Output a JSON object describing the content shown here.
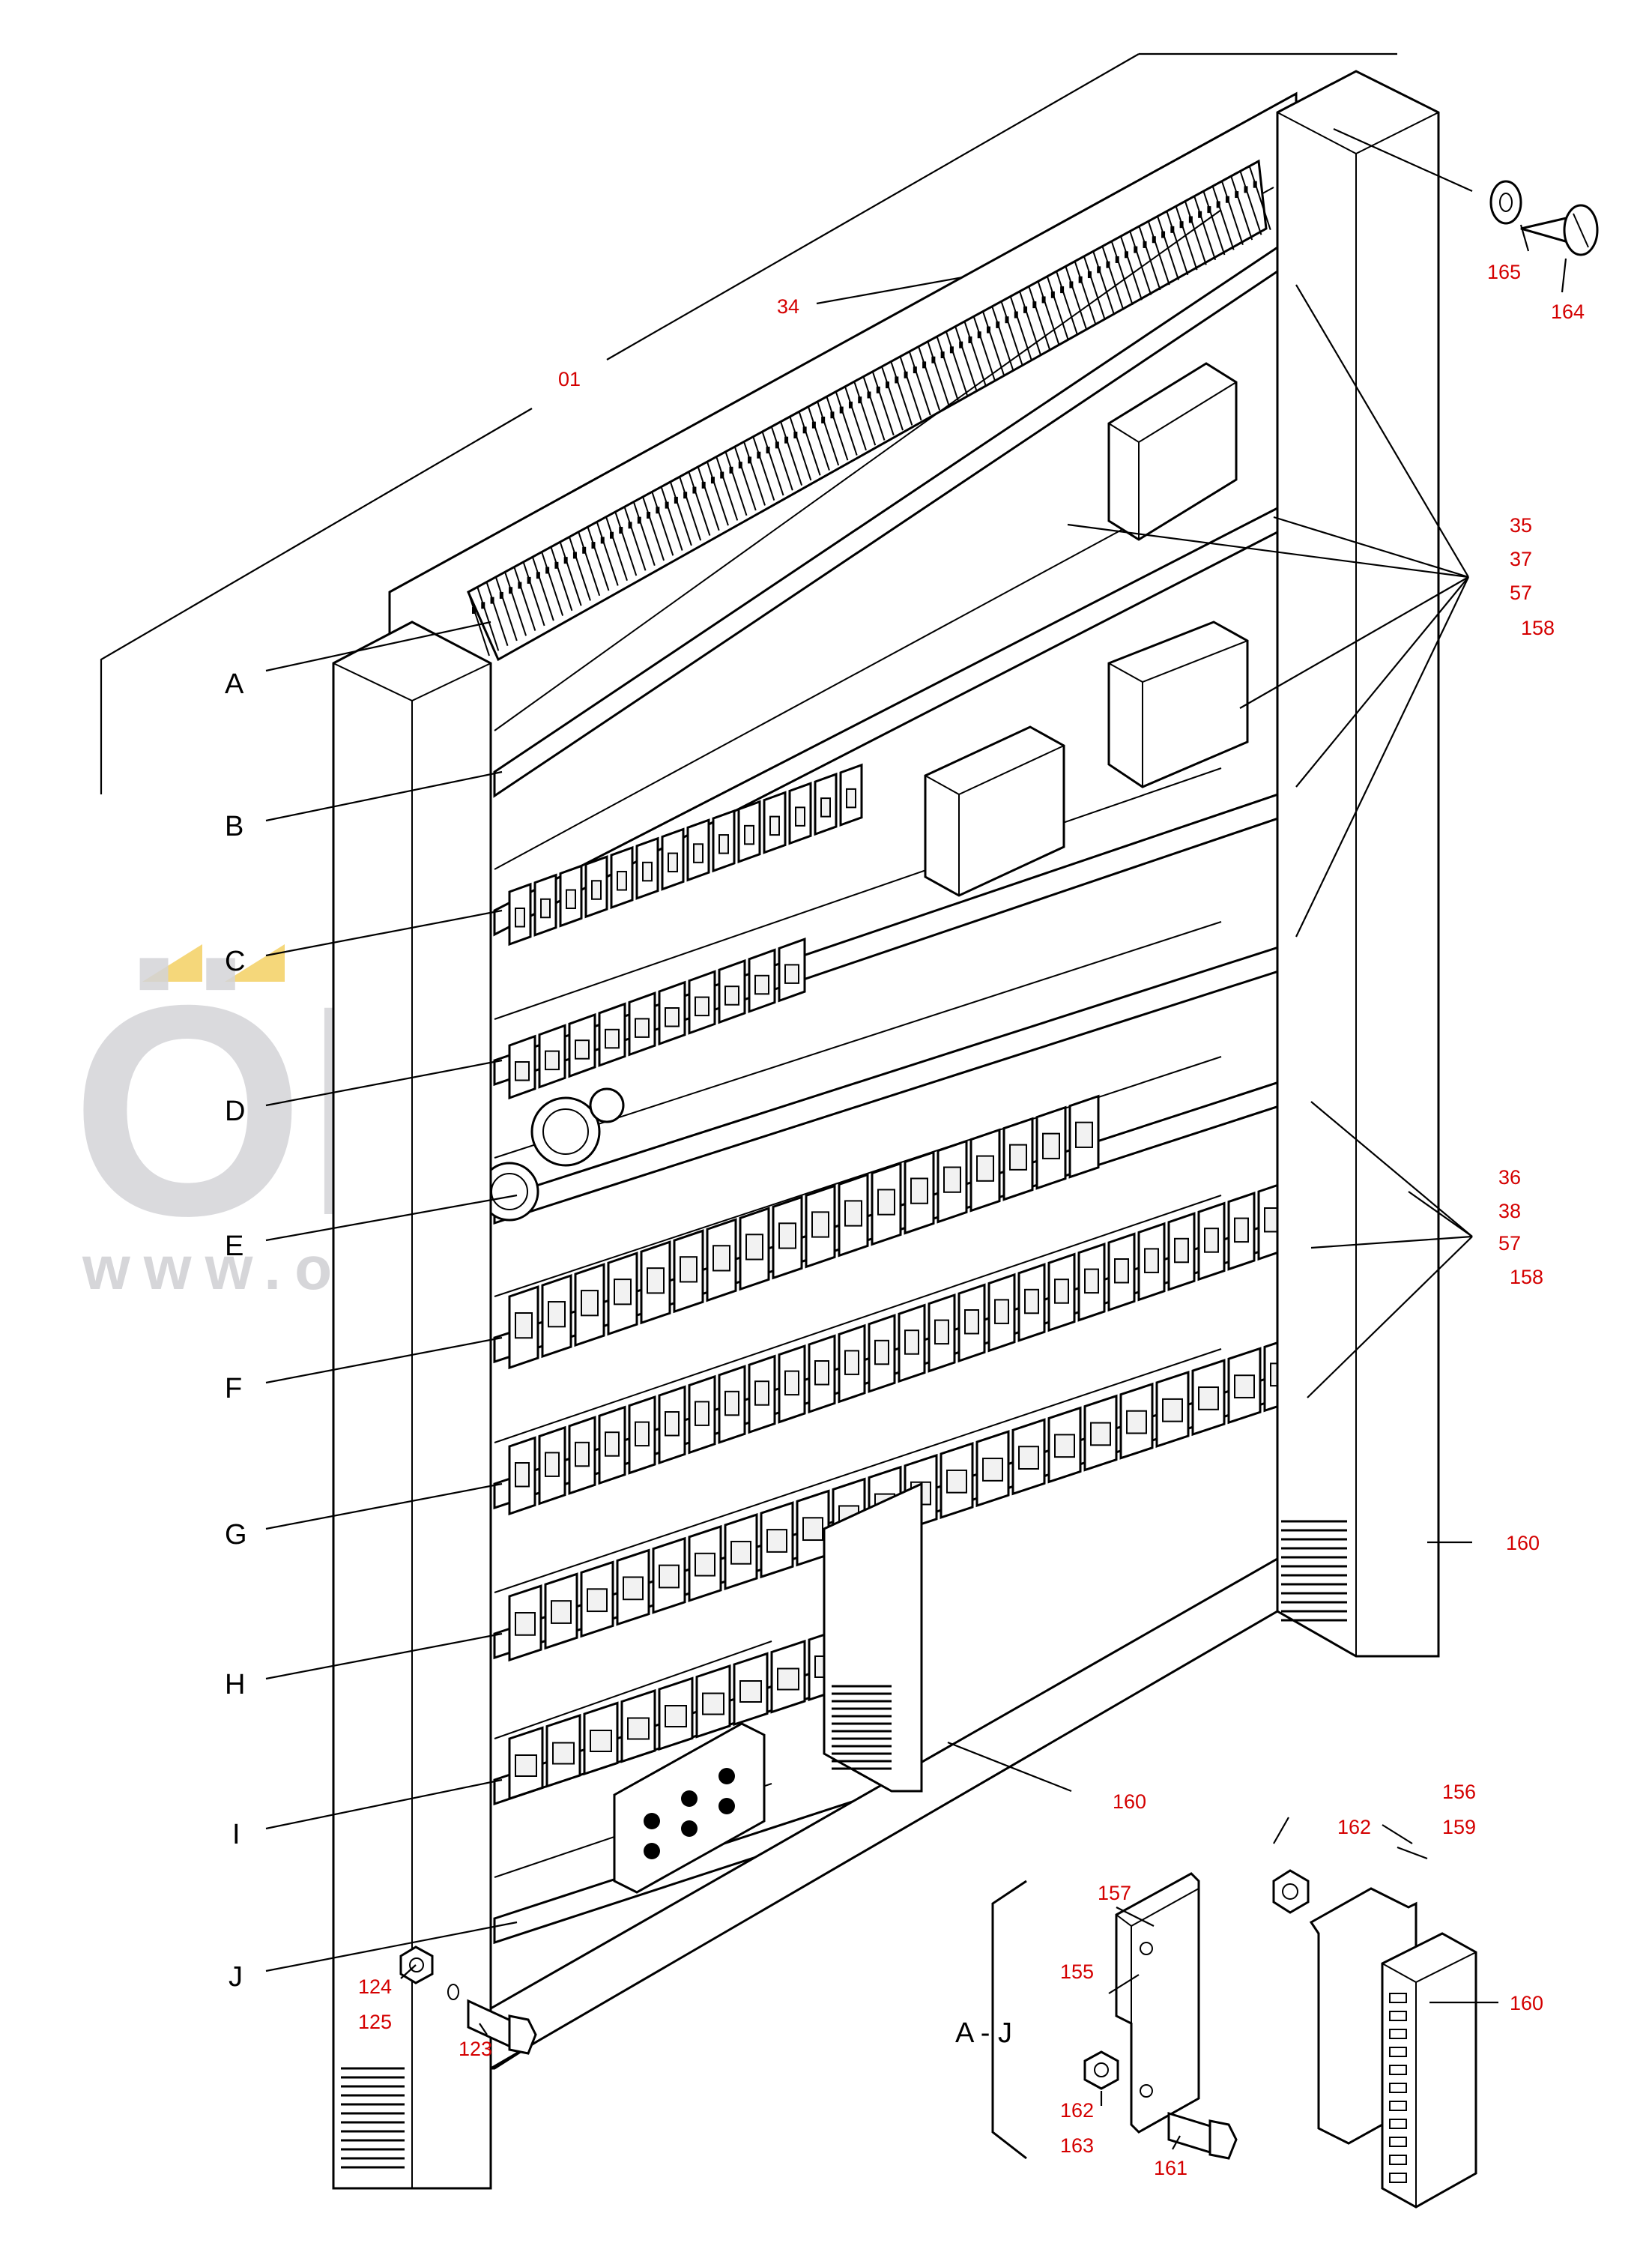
{
  "watermark": {
    "brand": "ÖRNEK",
    "url": "www.orneksatisportali.com.tr"
  },
  "row_labels": [
    "A",
    "B",
    "C",
    "D",
    "E",
    "F",
    "G",
    "H",
    "I",
    "J"
  ],
  "detail_label": "A - J",
  "callouts": {
    "c01": "01",
    "c34": "34",
    "c165": "165",
    "c164": "164",
    "c35": "35",
    "c37": "37",
    "c57a": "57",
    "c158a": "158",
    "c36": "36",
    "c38": "38",
    "c57b": "57",
    "c158b": "158",
    "c160a": "160",
    "c160b": "160",
    "c160c": "160",
    "c156": "156",
    "c162a": "162",
    "c159": "159",
    "c157": "157",
    "c155": "155",
    "c162b": "162",
    "c163": "163",
    "c161": "161",
    "c124": "124",
    "c125": "125",
    "c123": "123"
  },
  "colors": {
    "callout": "#d40000",
    "line": "#000000",
    "watermark_gray": "#d4d4d8",
    "watermark_accent": "#f5d77a"
  }
}
